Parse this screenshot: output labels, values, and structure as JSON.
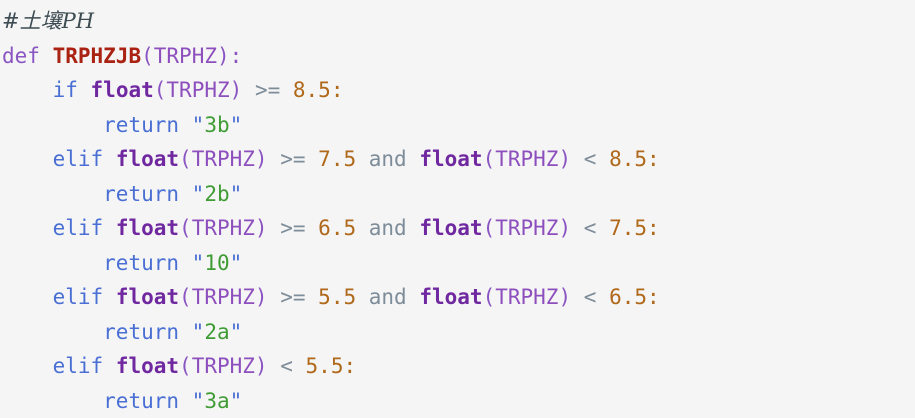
{
  "editor": {
    "language": "Python",
    "background_color": "#f5f5f5",
    "palette": {
      "comment": "#3d4c53",
      "keyword_def": "#8a55c2",
      "function_name": "#aa2211",
      "identifier": "#8d4fbd",
      "control_keyword": "#4a6fd4",
      "builtin": "#7028a0",
      "operator": "#7d8c99",
      "number": "#b0681a",
      "string": "#3f9c35"
    },
    "lines": [
      {
        "id": "line-1-comment",
        "indent": 0,
        "text": "#土壤PH",
        "tokens": [
          {
            "kind": "comment",
            "text": "#土壤PH"
          }
        ]
      },
      {
        "id": "line-2-def",
        "indent": 0,
        "text": "def TRPHZJB(TRPHZ):",
        "tokens": [
          {
            "kind": "def",
            "text": "def"
          },
          {
            "kind": "plain",
            "text": " "
          },
          {
            "kind": "funcname",
            "text": "TRPHZJB"
          },
          {
            "kind": "punct",
            "text": "("
          },
          {
            "kind": "name",
            "text": "TRPHZ"
          },
          {
            "kind": "punct",
            "text": ")"
          },
          {
            "kind": "punct",
            "text": ":"
          }
        ]
      },
      {
        "id": "line-3-if",
        "indent": 4,
        "text": "    if float(TRPHZ) >= 8.5:",
        "tokens": [
          {
            "kind": "keyword",
            "text": "if"
          },
          {
            "kind": "plain",
            "text": " "
          },
          {
            "kind": "builtin",
            "text": "float"
          },
          {
            "kind": "punct",
            "text": "("
          },
          {
            "kind": "name",
            "text": "TRPHZ"
          },
          {
            "kind": "punct",
            "text": ")"
          },
          {
            "kind": "plain",
            "text": " "
          },
          {
            "kind": "op",
            "text": ">="
          },
          {
            "kind": "plain",
            "text": " "
          },
          {
            "kind": "number",
            "text": "8.5"
          },
          {
            "kind": "colon",
            "text": ":"
          }
        ]
      },
      {
        "id": "line-4-return",
        "indent": 8,
        "text": "        return \"3b\"",
        "tokens": [
          {
            "kind": "keyword",
            "text": "return"
          },
          {
            "kind": "plain",
            "text": " "
          },
          {
            "kind": "quote",
            "text": "\""
          },
          {
            "kind": "string",
            "text": "3b"
          },
          {
            "kind": "quote",
            "text": "\""
          }
        ]
      },
      {
        "id": "line-5-elif",
        "indent": 4,
        "text": "    elif float(TRPHZ) >= 7.5 and float(TRPHZ) < 8.5:",
        "tokens": [
          {
            "kind": "keyword",
            "text": "elif"
          },
          {
            "kind": "plain",
            "text": " "
          },
          {
            "kind": "builtin",
            "text": "float"
          },
          {
            "kind": "punct",
            "text": "("
          },
          {
            "kind": "name",
            "text": "TRPHZ"
          },
          {
            "kind": "punct",
            "text": ")"
          },
          {
            "kind": "plain",
            "text": " "
          },
          {
            "kind": "op",
            "text": ">="
          },
          {
            "kind": "plain",
            "text": " "
          },
          {
            "kind": "number",
            "text": "7.5"
          },
          {
            "kind": "plain",
            "text": " "
          },
          {
            "kind": "opand",
            "text": "and"
          },
          {
            "kind": "plain",
            "text": " "
          },
          {
            "kind": "builtin",
            "text": "float"
          },
          {
            "kind": "punct",
            "text": "("
          },
          {
            "kind": "name",
            "text": "TRPHZ"
          },
          {
            "kind": "punct",
            "text": ")"
          },
          {
            "kind": "plain",
            "text": " "
          },
          {
            "kind": "op",
            "text": "<"
          },
          {
            "kind": "plain",
            "text": " "
          },
          {
            "kind": "number",
            "text": "8.5"
          },
          {
            "kind": "colon",
            "text": ":"
          }
        ]
      },
      {
        "id": "line-6-return",
        "indent": 8,
        "text": "        return \"2b\"",
        "tokens": [
          {
            "kind": "keyword",
            "text": "return"
          },
          {
            "kind": "plain",
            "text": " "
          },
          {
            "kind": "quote",
            "text": "\""
          },
          {
            "kind": "string",
            "text": "2b"
          },
          {
            "kind": "quote",
            "text": "\""
          }
        ]
      },
      {
        "id": "line-7-elif",
        "indent": 4,
        "text": "    elif float(TRPHZ) >= 6.5 and float(TRPHZ) < 7.5:",
        "tokens": [
          {
            "kind": "keyword",
            "text": "elif"
          },
          {
            "kind": "plain",
            "text": " "
          },
          {
            "kind": "builtin",
            "text": "float"
          },
          {
            "kind": "punct",
            "text": "("
          },
          {
            "kind": "name",
            "text": "TRPHZ"
          },
          {
            "kind": "punct",
            "text": ")"
          },
          {
            "kind": "plain",
            "text": " "
          },
          {
            "kind": "op",
            "text": ">="
          },
          {
            "kind": "plain",
            "text": " "
          },
          {
            "kind": "number",
            "text": "6.5"
          },
          {
            "kind": "plain",
            "text": " "
          },
          {
            "kind": "opand",
            "text": "and"
          },
          {
            "kind": "plain",
            "text": " "
          },
          {
            "kind": "builtin",
            "text": "float"
          },
          {
            "kind": "punct",
            "text": "("
          },
          {
            "kind": "name",
            "text": "TRPHZ"
          },
          {
            "kind": "punct",
            "text": ")"
          },
          {
            "kind": "plain",
            "text": " "
          },
          {
            "kind": "op",
            "text": "<"
          },
          {
            "kind": "plain",
            "text": " "
          },
          {
            "kind": "number",
            "text": "7.5"
          },
          {
            "kind": "colon",
            "text": ":"
          }
        ]
      },
      {
        "id": "line-8-return",
        "indent": 8,
        "text": "        return \"10\"",
        "tokens": [
          {
            "kind": "keyword",
            "text": "return"
          },
          {
            "kind": "plain",
            "text": " "
          },
          {
            "kind": "quote",
            "text": "\""
          },
          {
            "kind": "string",
            "text": "10"
          },
          {
            "kind": "quote",
            "text": "\""
          }
        ]
      },
      {
        "id": "line-9-elif",
        "indent": 4,
        "text": "    elif float(TRPHZ) >= 5.5 and float(TRPHZ) < 6.5:",
        "tokens": [
          {
            "kind": "keyword",
            "text": "elif"
          },
          {
            "kind": "plain",
            "text": " "
          },
          {
            "kind": "builtin",
            "text": "float"
          },
          {
            "kind": "punct",
            "text": "("
          },
          {
            "kind": "name",
            "text": "TRPHZ"
          },
          {
            "kind": "punct",
            "text": ")"
          },
          {
            "kind": "plain",
            "text": " "
          },
          {
            "kind": "op",
            "text": ">="
          },
          {
            "kind": "plain",
            "text": " "
          },
          {
            "kind": "number",
            "text": "5.5"
          },
          {
            "kind": "plain",
            "text": " "
          },
          {
            "kind": "opand",
            "text": "and"
          },
          {
            "kind": "plain",
            "text": " "
          },
          {
            "kind": "builtin",
            "text": "float"
          },
          {
            "kind": "punct",
            "text": "("
          },
          {
            "kind": "name",
            "text": "TRPHZ"
          },
          {
            "kind": "punct",
            "text": ")"
          },
          {
            "kind": "plain",
            "text": " "
          },
          {
            "kind": "op",
            "text": "<"
          },
          {
            "kind": "plain",
            "text": " "
          },
          {
            "kind": "number",
            "text": "6.5"
          },
          {
            "kind": "colon",
            "text": ":"
          }
        ]
      },
      {
        "id": "line-10-return",
        "indent": 8,
        "text": "        return \"2a\"",
        "tokens": [
          {
            "kind": "keyword",
            "text": "return"
          },
          {
            "kind": "plain",
            "text": " "
          },
          {
            "kind": "quote",
            "text": "\""
          },
          {
            "kind": "string",
            "text": "2a"
          },
          {
            "kind": "quote",
            "text": "\""
          }
        ]
      },
      {
        "id": "line-11-elif",
        "indent": 4,
        "text": "    elif float(TRPHZ) < 5.5:",
        "tokens": [
          {
            "kind": "keyword",
            "text": "elif"
          },
          {
            "kind": "plain",
            "text": " "
          },
          {
            "kind": "builtin",
            "text": "float"
          },
          {
            "kind": "punct",
            "text": "("
          },
          {
            "kind": "name",
            "text": "TRPHZ"
          },
          {
            "kind": "punct",
            "text": ")"
          },
          {
            "kind": "plain",
            "text": " "
          },
          {
            "kind": "op",
            "text": "<"
          },
          {
            "kind": "plain",
            "text": " "
          },
          {
            "kind": "number",
            "text": "5.5"
          },
          {
            "kind": "colon",
            "text": ":"
          }
        ]
      },
      {
        "id": "line-12-return",
        "indent": 8,
        "text": "        return \"3a\"",
        "tokens": [
          {
            "kind": "keyword",
            "text": "return"
          },
          {
            "kind": "plain",
            "text": " "
          },
          {
            "kind": "quote",
            "text": "\""
          },
          {
            "kind": "string",
            "text": "3a"
          },
          {
            "kind": "quote",
            "text": "\""
          }
        ]
      }
    ]
  }
}
